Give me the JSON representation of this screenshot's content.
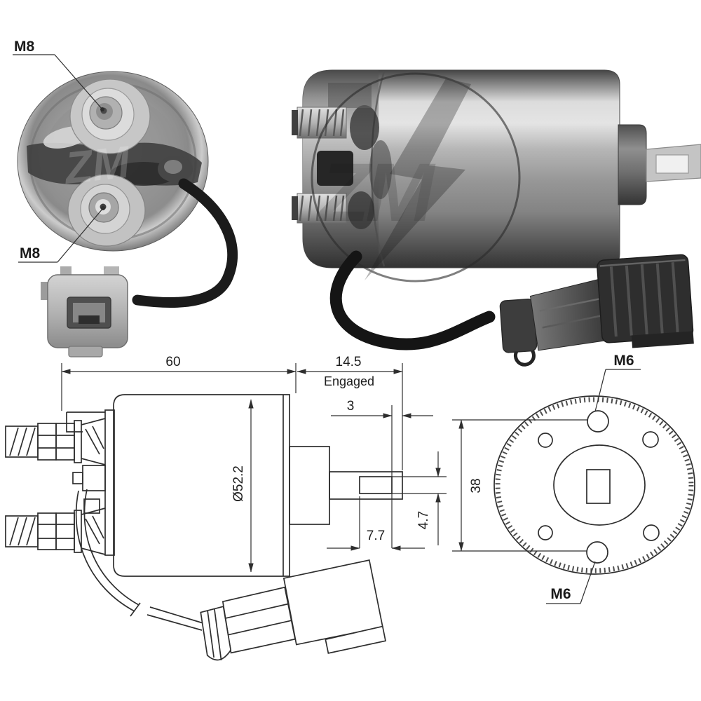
{
  "page": {
    "description": "Starter solenoid product spec diagram: two photos (terminal cap view, side view) and two dimensioned line drawings (side view, rear flange view)",
    "background": "#ffffff"
  },
  "colors": {
    "line": "#2e2e2e",
    "text": "#1c1c1c",
    "metal_light": "#d9d9d9",
    "metal_mid": "#9a9a9a",
    "metal_dark": "#3a3a3a",
    "wire": "#151515"
  },
  "top_left_photo": {
    "name": "terminal-cap-view",
    "terminal_label_top": "M8",
    "terminal_label_bottom": "M8"
  },
  "top_right_photo": {
    "name": "solenoid-side-view",
    "watermark": "ZM"
  },
  "side_drawing": {
    "name": "dimensioned-side-view",
    "dims": {
      "body_length": "60",
      "travel": "14.5",
      "travel_note": "Engaged",
      "overtravel": "3",
      "diameter": "Ø52.2",
      "hole_width": "7.7",
      "hole_height": "4.7"
    }
  },
  "rear_drawing": {
    "name": "mounting-flange-rear-view",
    "bolt_label_top": "M6",
    "bolt_label_bottom": "M6",
    "dims": {
      "hole_spacing": "38"
    }
  }
}
